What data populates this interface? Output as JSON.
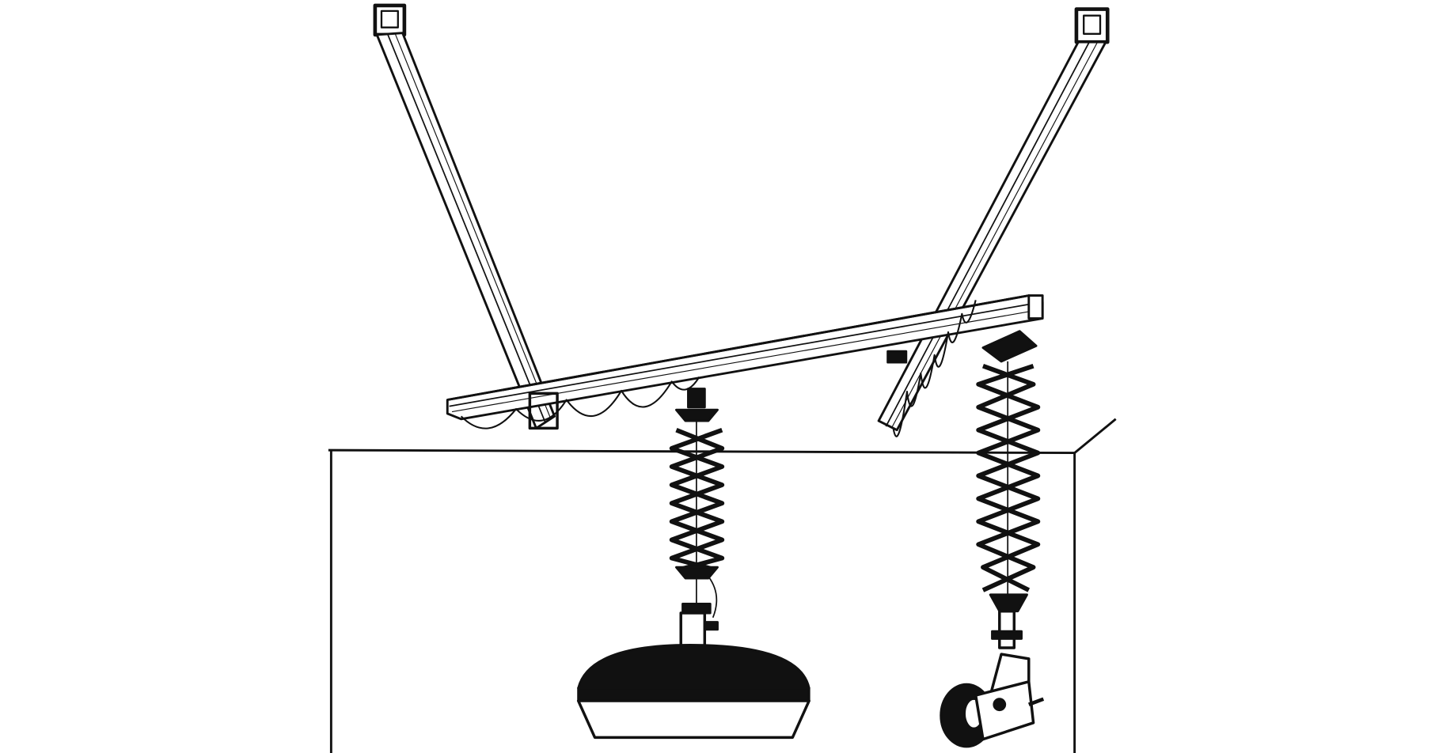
{
  "illustration": {
    "subject": "ceiling-rail-lighting-system",
    "colors": {
      "ink": "#111111",
      "paper": "#ffffff"
    },
    "components": [
      "ceiling-rail-left",
      "ceiling-rail-right",
      "cross-beam",
      "pantograph-left",
      "pantograph-right",
      "dome-lamp",
      "spot-lamp",
      "room-outline",
      "cable-loops"
    ]
  }
}
